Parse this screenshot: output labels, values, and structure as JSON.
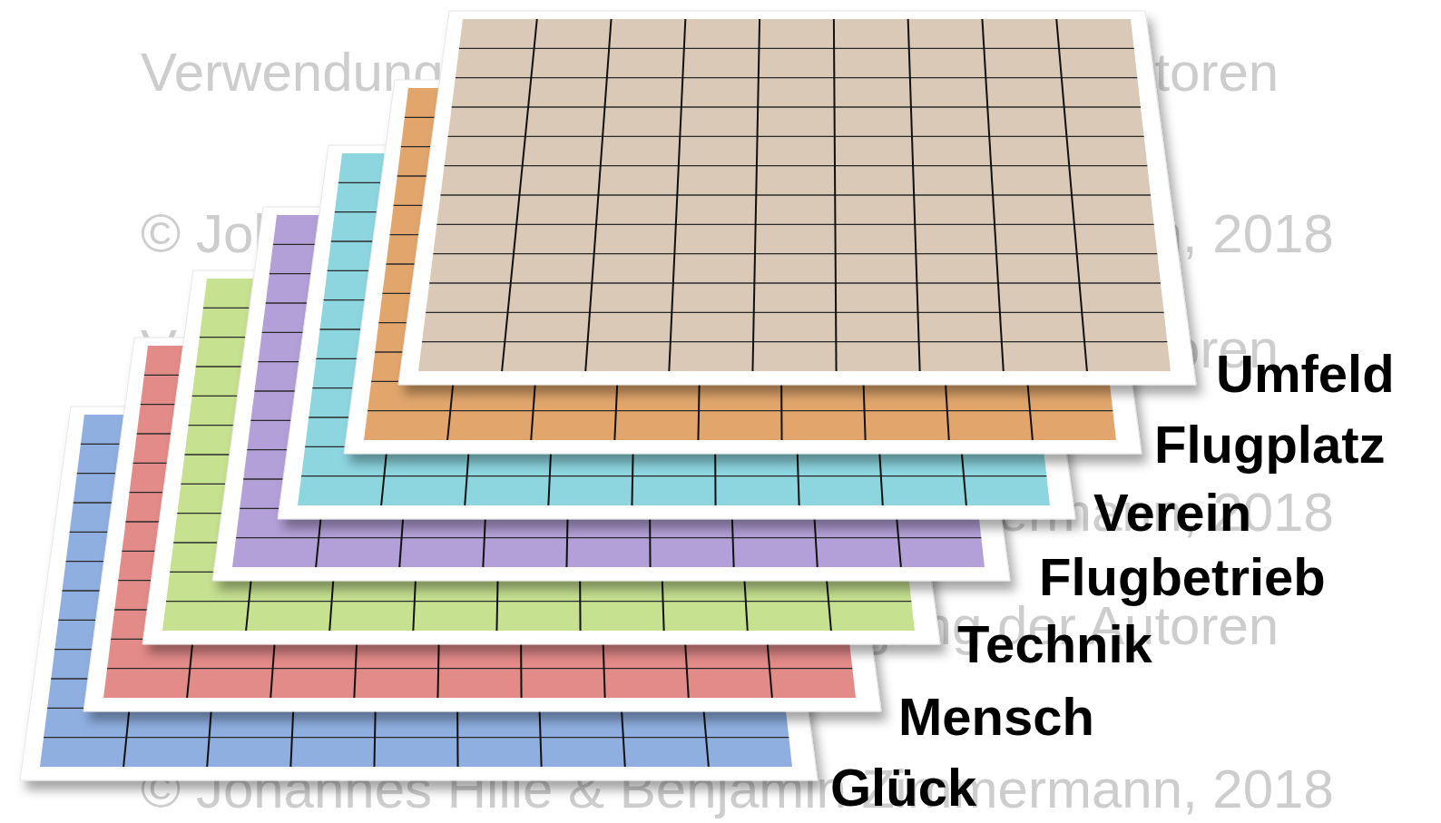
{
  "diagram": {
    "nodes": [
      {
        "text": [
          "Umfeld"
        ]
      },
      {
        "text": [
          "Flugplatz"
        ]
      },
      {
        "text": [
          "Verein"
        ]
      },
      {
        "text": [
          "Flugbetrieb"
        ]
      },
      {
        "text": [
          "Technik"
        ]
      },
      {
        "text": [
          "Mensch"
        ]
      },
      {
        "text": [
          "Glück"
        ]
      }
    ],
    "labels": [
      "Verwendung nur mit Genehmigung der Autoren",
      "© Johannes Hille & Benjamin Zimmermann, 2018",
      "Verwendung nur mit Genehmigung der Autoren",
      "© Johannes Hille & Benjamin Zimmermann, 2018",
      "Verwendung nur mit Genehmigung der Autoren",
      "© Johannes Hille & Benjamin Zimmermann, 2018"
    ]
  }
}
